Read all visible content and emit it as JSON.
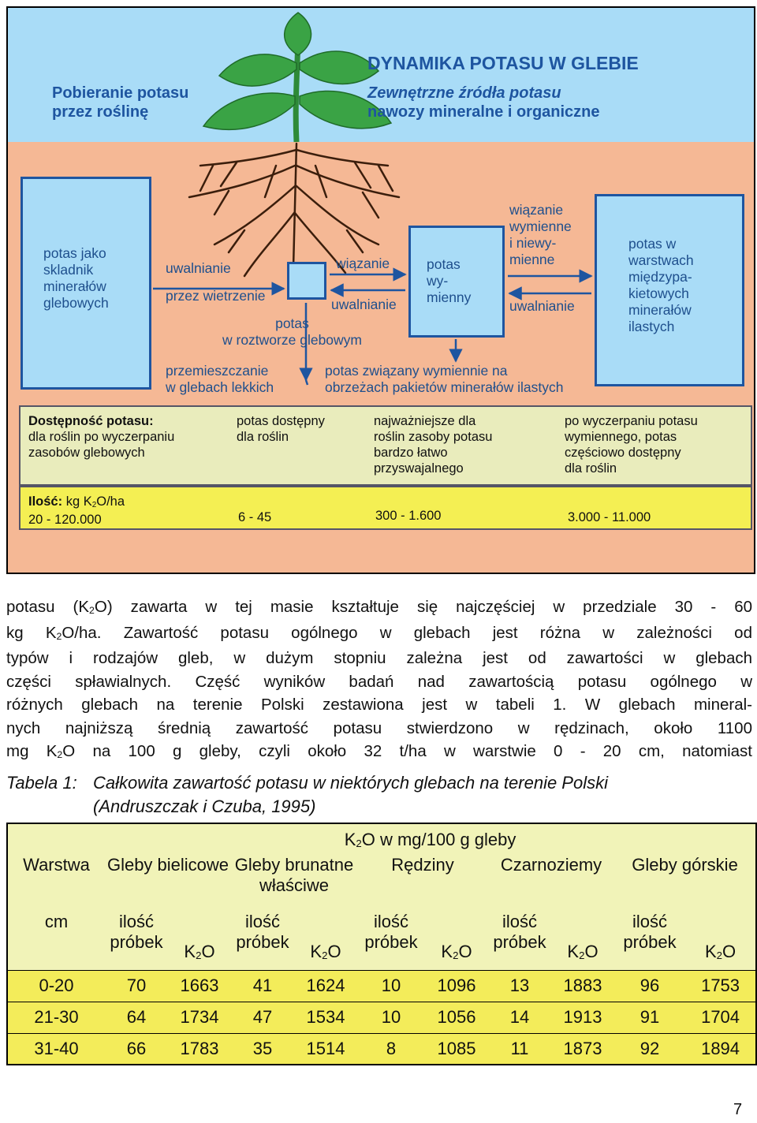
{
  "diagram": {
    "title": "DYNAMIKA POTASU W GLEBIE",
    "left_header": [
      "Pobieranie potasu",
      "przez roślinę"
    ],
    "ext_sources": [
      "Zewnętrzne źródła potasu",
      "nawozy mineralne i organiczne"
    ],
    "box1": [
      "potas jako",
      "skladnik",
      "minerałów",
      "glebowych"
    ],
    "box_mid": [
      "potas",
      "wy-",
      "mienny"
    ],
    "box3": [
      "potas w",
      "warstwach",
      "międzypa-",
      "kietowych",
      "minerałów",
      "ilastych"
    ],
    "uwalnianie_1": "uwalnianie",
    "przez_wietrzenie": "przez wietrzenie",
    "wiazanie_1": "wiązanie",
    "uwalnianie_2": "uwalnianie",
    "potas_roztwor": [
      "potas",
      "w roztworze glebowym"
    ],
    "wiazanie_2": [
      "wiązanie",
      "wymienne",
      "i niewy-",
      "mienne"
    ],
    "uwalnianie_3": "uwalnianie",
    "przemieszczanie": [
      "przemieszczanie",
      "w glebach lekkich"
    ],
    "zwiazany": [
      "potas związany wymiennie na",
      "obrzeżach pakietów minerałów ilastych"
    ],
    "dostepnosc_label": "Dostępność potasu:",
    "dostepnosc_col1": [
      "dla roślin po wyczerpaniu",
      "zasobów glebowych"
    ],
    "dostepnosc_col2": [
      "potas dostępny",
      "dla roślin"
    ],
    "dostepnosc_col3": [
      "najważniejsze dla",
      "roślin zasoby potasu",
      "bardzo łatwo",
      "przyswajalnego"
    ],
    "dostepnosc_col4": [
      "po wyczerpaniu potasu",
      "wymiennego, potas",
      "częściowo dostępny",
      "dla roślin"
    ],
    "ilosc_label": "Ilość:",
    "ilosc_unit": "kg K2O/ha",
    "ilosc_values": [
      "20 - 120.000",
      "6 - 45",
      "300 - 1.600",
      "3.000 - 11.000"
    ]
  },
  "paragraph": [
    "potasu (K2O) zawarta w tej masie kształtuje się najczęściej w przedziale 30 - 60",
    "kg K2O/ha. Zawartość potasu ogólnego w glebach jest różna w zależności od",
    "typów i rodzajów gleb, w dużym stopniu zależna jest od zawartości w glebach",
    "części spławialnych. Część wyników badań nad zawartością potasu ogólnego w",
    "różnych glebach na terenie Polski zestawiona jest w tabeli 1. W glebach mineral-",
    "nych najniższą średnią zawartość potasu stwierdzono w rędzinach, około 1100",
    "mg K2O na 100 g gleby, czyli około 32 t/ha w warstwie 0 - 20 cm, natomiast"
  ],
  "table_caption": {
    "label": "Tabela 1:",
    "line1": "Całkowita zawartość potasu w niektórych glebach na terenie Polski",
    "line2": "(Andruszczak i Czuba, 1995)"
  },
  "table": {
    "supheader": "K2O w mg/100 g gleby",
    "col_warstwa": "Warstwa",
    "col_cm": "cm",
    "soil_types": [
      "Gleby bielicowe",
      "Gleby brunatne właściwe",
      "Rędziny",
      "Czarnoziemy",
      "Gleby górskie"
    ],
    "sub_count": "ilość próbek",
    "sub_k2o": "K2O",
    "rows": [
      [
        "0-20",
        "70",
        "1663",
        "41",
        "1624",
        "10",
        "1096",
        "13",
        "1883",
        "96",
        "1753"
      ],
      [
        "21-30",
        "64",
        "1734",
        "47",
        "1534",
        "10",
        "1056",
        "14",
        "1913",
        "91",
        "1704"
      ],
      [
        "31-40",
        "66",
        "1783",
        "35",
        "1514",
        "8",
        "1085",
        "11",
        "1873",
        "92",
        "1894"
      ]
    ]
  },
  "page_number": "7",
  "colors": {
    "sky": "#a9dcf7",
    "soil": "#f5b895",
    "blue_text": "#1e55a0",
    "yellow": "#f4ef53",
    "green": "#e9ecbc",
    "leaf": "#3aa345"
  }
}
